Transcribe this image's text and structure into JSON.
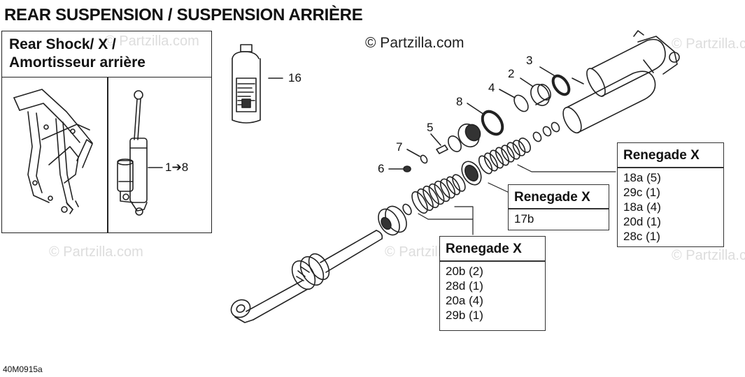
{
  "page_title": "REAR SUSPENSION / SUSPENSION ARRIÈRE",
  "inset": {
    "title_line1": "Rear Shock/ X /",
    "title_line2": "Amortisseur arrière",
    "shock_callout": "1➔8"
  },
  "copyright": "© Partzilla.com",
  "watermark": "© Partzilla.com",
  "callouts": {
    "c1": "16",
    "c2": "2",
    "c3": "3",
    "c4": "4",
    "c5": "5",
    "c6": "6",
    "c7": "7",
    "c8": "8"
  },
  "boxes": {
    "right": {
      "title": "Renegade X",
      "lines": [
        "18a (5)",
        "29c (1)",
        "18a (4)",
        "20d (1)",
        "28c (1)"
      ]
    },
    "middle": {
      "title": "Renegade X",
      "lines": [
        "17b"
      ]
    },
    "bottom": {
      "title": "Renegade X",
      "lines": [
        "20b (2)",
        "28d (1)",
        "20a (4)",
        "29b (1)"
      ]
    }
  },
  "diagram_code": "40M0915a"
}
